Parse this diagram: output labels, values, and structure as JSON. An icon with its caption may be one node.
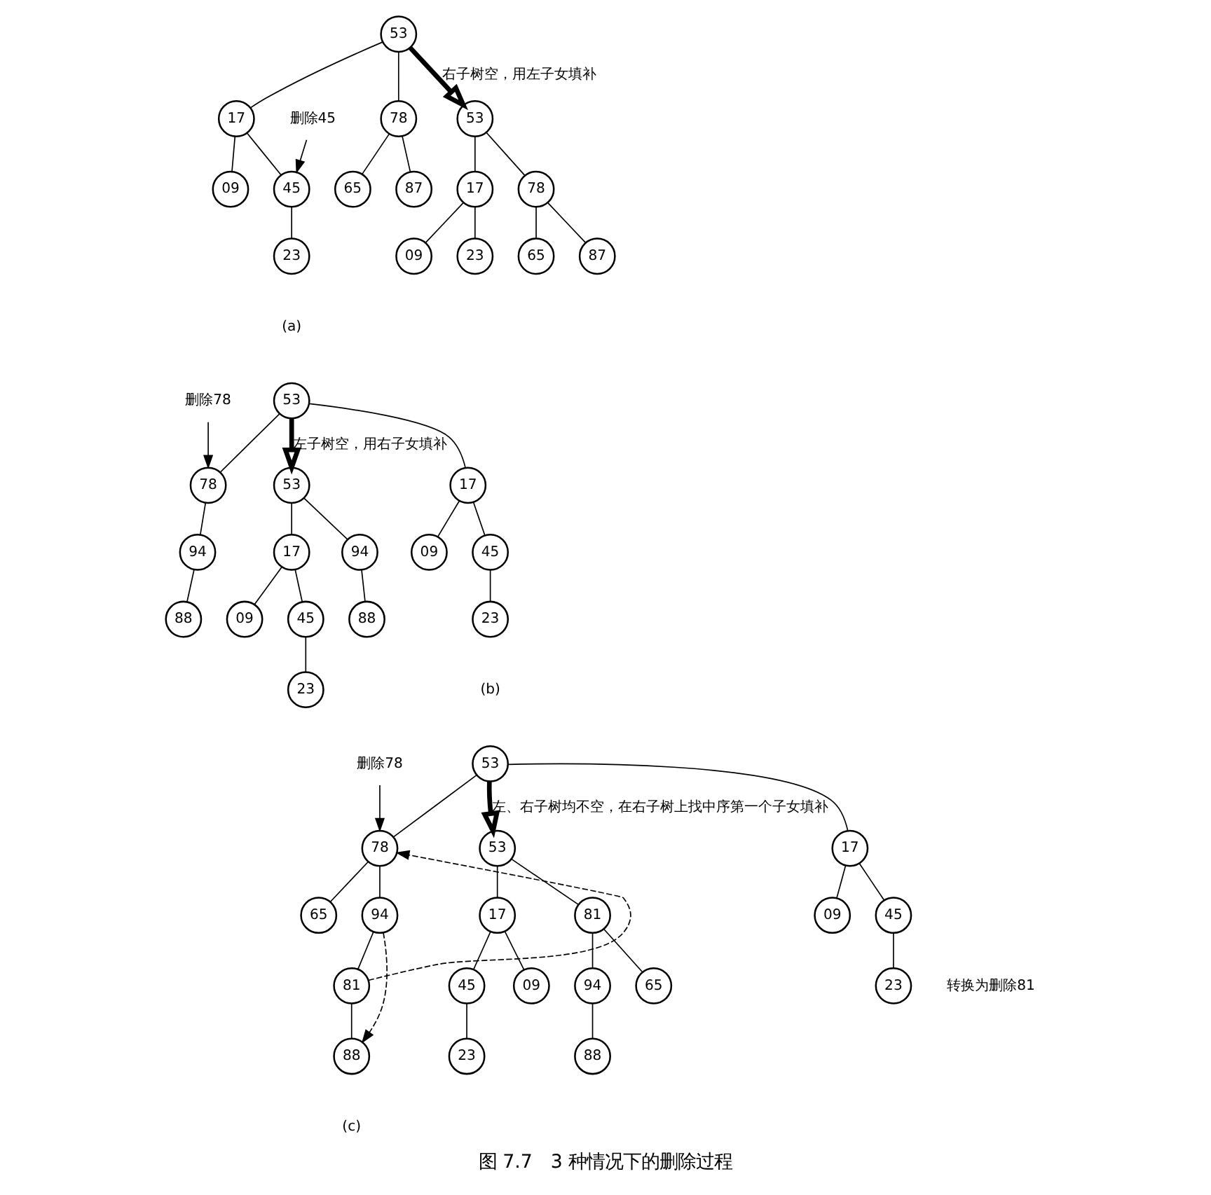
{
  "diagram": {
    "caption": "图 7.7　3 种情况下的删除过程",
    "nodes": [
      {
        "text": [
          "53"
        ]
      },
      {
        "text": [
          "17"
        ]
      },
      {
        "text": [
          "78"
        ]
      },
      {
        "text": [
          "09"
        ]
      },
      {
        "text": [
          "45"
        ]
      },
      {
        "text": [
          "65"
        ]
      },
      {
        "text": [
          "87"
        ]
      },
      {
        "text": [
          "23"
        ]
      },
      {
        "text": [
          "删除45"
        ]
      },
      {
        "text": [
          "53"
        ]
      },
      {
        "text": [
          "17"
        ]
      },
      {
        "text": [
          "78"
        ]
      },
      {
        "text": [
          "09"
        ]
      },
      {
        "text": [
          "23"
        ]
      },
      {
        "text": [
          "65"
        ]
      },
      {
        "text": [
          "87"
        ]
      },
      {
        "text": [
          "53"
        ]
      },
      {
        "text": [
          "17"
        ]
      },
      {
        "text": [
          "78"
        ]
      },
      {
        "text": [
          "09"
        ]
      },
      {
        "text": [
          "45"
        ]
      },
      {
        "text": [
          "94"
        ]
      },
      {
        "text": [
          "23"
        ]
      },
      {
        "text": [
          "88"
        ]
      },
      {
        "text": [
          "删除78"
        ]
      },
      {
        "text": [
          "53"
        ]
      },
      {
        "text": [
          "17"
        ]
      },
      {
        "text": [
          "94"
        ]
      },
      {
        "text": [
          "09"
        ]
      },
      {
        "text": [
          "45"
        ]
      },
      {
        "text": [
          "88"
        ]
      },
      {
        "text": [
          "23"
        ]
      },
      {
        "text": [
          "53"
        ]
      },
      {
        "text": [
          "17"
        ]
      },
      {
        "text": [
          "78"
        ]
      },
      {
        "text": [
          "09"
        ]
      },
      {
        "text": [
          "45"
        ]
      },
      {
        "text": [
          "65"
        ]
      },
      {
        "text": [
          "94"
        ]
      },
      {
        "text": [
          "23"
        ]
      },
      {
        "text": [
          "81"
        ]
      },
      {
        "text": [
          "88"
        ]
      },
      {
        "text": [
          "删除78"
        ]
      },
      {
        "text": [
          "53"
        ]
      },
      {
        "text": [
          "17"
        ]
      },
      {
        "text": [
          "81"
        ]
      },
      {
        "text": [
          "09"
        ]
      },
      {
        "text": [
          "45"
        ]
      },
      {
        "text": [
          "65"
        ]
      },
      {
        "text": [
          "94"
        ]
      },
      {
        "text": [
          "23"
        ]
      },
      {
        "text": [
          "88"
        ]
      }
    ],
    "edges": [
      {
        "from": 0,
        "to": 1,
        "arrow": "none"
      },
      {
        "from": 0,
        "to": 2,
        "arrow": "none"
      },
      {
        "from": 1,
        "to": 3,
        "arrow": "none"
      },
      {
        "from": 1,
        "to": 4,
        "arrow": "none"
      },
      {
        "from": 2,
        "to": 5,
        "arrow": "none"
      },
      {
        "from": 2,
        "to": 6,
        "arrow": "none"
      },
      {
        "from": 4,
        "to": 7,
        "arrow": "none"
      },
      {
        "from": 8,
        "to": 4,
        "arrow": "to"
      },
      {
        "from": 0,
        "to": 9,
        "arrow": "to",
        "label": "右子树空，用左子女填补",
        "style": "thick"
      },
      {
        "from": 9,
        "to": 10,
        "arrow": "none"
      },
      {
        "from": 9,
        "to": 11,
        "arrow": "none"
      },
      {
        "from": 10,
        "to": 12,
        "arrow": "none"
      },
      {
        "from": 10,
        "to": 13,
        "arrow": "none"
      },
      {
        "from": 11,
        "to": 14,
        "arrow": "none"
      },
      {
        "from": 11,
        "to": 15,
        "arrow": "none"
      },
      {
        "from": 16,
        "to": 17,
        "arrow": "none"
      },
      {
        "from": 16,
        "to": 18,
        "arrow": "none"
      },
      {
        "from": 17,
        "to": 19,
        "arrow": "none"
      },
      {
        "from": 17,
        "to": 20,
        "arrow": "none"
      },
      {
        "from": 20,
        "to": 22,
        "arrow": "none"
      },
      {
        "from": 18,
        "to": 21,
        "arrow": "none"
      },
      {
        "from": 21,
        "to": 23,
        "arrow": "none"
      },
      {
        "from": 24,
        "to": 18,
        "arrow": "to"
      },
      {
        "from": 16,
        "to": 25,
        "arrow": "to",
        "label": "左子树空，用右子女填补",
        "style": "thick"
      },
      {
        "from": 25,
        "to": 26,
        "arrow": "none"
      },
      {
        "from": 25,
        "to": 27,
        "arrow": "none"
      },
      {
        "from": 26,
        "to": 28,
        "arrow": "none"
      },
      {
        "from": 26,
        "to": 29,
        "arrow": "none"
      },
      {
        "from": 29,
        "to": 31,
        "arrow": "none"
      },
      {
        "from": 27,
        "to": 30,
        "arrow": "none"
      },
      {
        "from": 32,
        "to": 33,
        "arrow": "none"
      },
      {
        "from": 32,
        "to": 34,
        "arrow": "none"
      },
      {
        "from": 33,
        "to": 35,
        "arrow": "none"
      },
      {
        "from": 33,
        "to": 36,
        "arrow": "none"
      },
      {
        "from": 36,
        "to": 39,
        "arrow": "none"
      },
      {
        "from": 34,
        "to": 37,
        "arrow": "none"
      },
      {
        "from": 34,
        "to": 38,
        "arrow": "none"
      },
      {
        "from": 38,
        "to": 40,
        "arrow": "none"
      },
      {
        "from": 40,
        "to": 41,
        "arrow": "none"
      },
      {
        "from": 42,
        "to": 34,
        "arrow": "to"
      },
      {
        "from": 40,
        "to": 34,
        "arrow": "to",
        "style": "dashed"
      },
      {
        "from": 38,
        "to": 41,
        "arrow": "to",
        "style": "dashed"
      },
      {
        "from": 32,
        "to": 43,
        "arrow": "to",
        "label": "左、右子树均不空，在右子树上找中序第一个子女填补",
        "style": "thick"
      },
      {
        "from": 43,
        "to": 44,
        "arrow": "none"
      },
      {
        "from": 43,
        "to": 45,
        "arrow": "none"
      },
      {
        "from": 44,
        "to": 46,
        "arrow": "none"
      },
      {
        "from": 44,
        "to": 47,
        "arrow": "none"
      },
      {
        "from": 47,
        "to": 50,
        "arrow": "none"
      },
      {
        "from": 45,
        "to": 48,
        "arrow": "none"
      },
      {
        "from": 45,
        "to": 49,
        "arrow": "none"
      },
      {
        "from": 49,
        "to": 51,
        "arrow": "none"
      }
    ],
    "labels": [
      "(a)",
      "(b)",
      "(c)",
      "转换为删除81"
    ]
  }
}
